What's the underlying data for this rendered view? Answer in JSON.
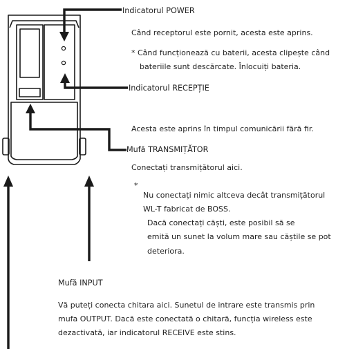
{
  "power": {
    "label": "Indicatorul POWER",
    "desc": "Când receptorul este pornit, acesta este aprins.",
    "note_line1": "* Când funcționează cu baterii, acesta clipește când",
    "note_line2": "bateriile sunt descărcate. Înlocuiți bateria."
  },
  "receive": {
    "label": "Indicatorul RECEPȚIE",
    "desc": "Acesta este aprins în timpul comunicării fără fir."
  },
  "transmitter": {
    "label": "Mufă TRANSMIȚĂTOR",
    "desc": "Conectați transmițătorul aici.",
    "note_star": "*",
    "note_line1": "Nu conectați nimic altceva decât transmițătorul",
    "note_line2": "WL-T fabricat de BOSS.",
    "note_line3": "Dacă conectați căști, este posibil să se",
    "note_line4": "emită un sunet la volum mare sau căștile se pot",
    "note_line5": "deteriora."
  },
  "input": {
    "label": "Mufă INPUT",
    "desc_line1": "Vă puteți conecta chitara aici. Sunetul de intrare este transmis prin",
    "desc_line2": "mufa OUTPUT. Dacă este conectată o chitară, funcția wireless este",
    "desc_line3": "dezactivată, iar indicatorul RECEIVE este stins."
  },
  "icons": {
    "device": "wireless-receiver-illustration",
    "arrows": "callout-arrow-icon"
  }
}
